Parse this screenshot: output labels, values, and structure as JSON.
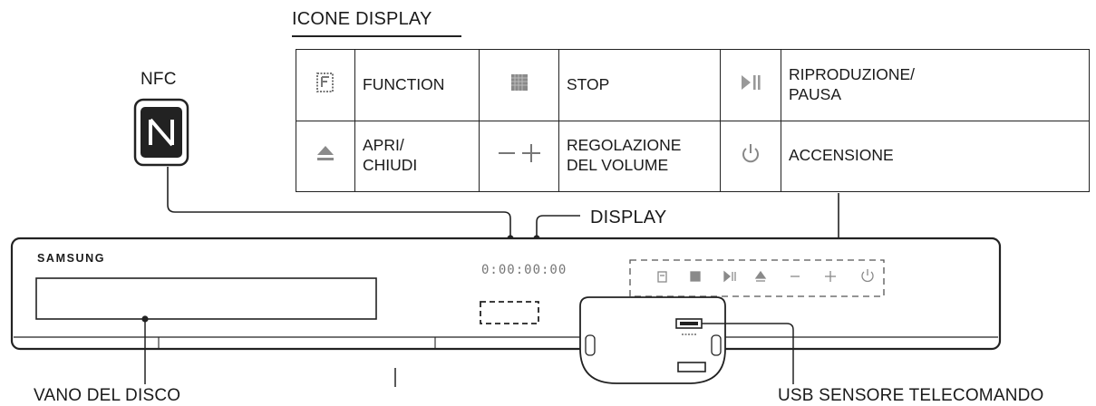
{
  "legend": {
    "title": "ICONE DISPLAY",
    "rows": [
      [
        {
          "icon": "function-icon",
          "label": "FUNCTION"
        },
        {
          "icon": "stop-icon",
          "label": "STOP"
        },
        {
          "icon": "play-pause-icon",
          "label": "RIPRODUZIONE/\nPAUSA"
        }
      ],
      [
        {
          "icon": "eject-icon",
          "label": "APRI/\nCHIUDI"
        },
        {
          "icon": "volume-icon",
          "label": "REGOLAZIONE\nDEL VOLUME"
        },
        {
          "icon": "power-icon",
          "label": "ACCENSIONE"
        }
      ]
    ]
  },
  "callouts": {
    "nfc": "NFC",
    "display": "DISPLAY",
    "disc_tray": "VANO DEL DISCO",
    "usb_remote": "USB SENSORE TELECOMANDO"
  },
  "device": {
    "brand": "SAMSUNG",
    "display_readout": "0:00:00:00"
  },
  "colors": {
    "line": "#222222",
    "panel_icons": "#8a8a8a",
    "background": "#ffffff"
  }
}
